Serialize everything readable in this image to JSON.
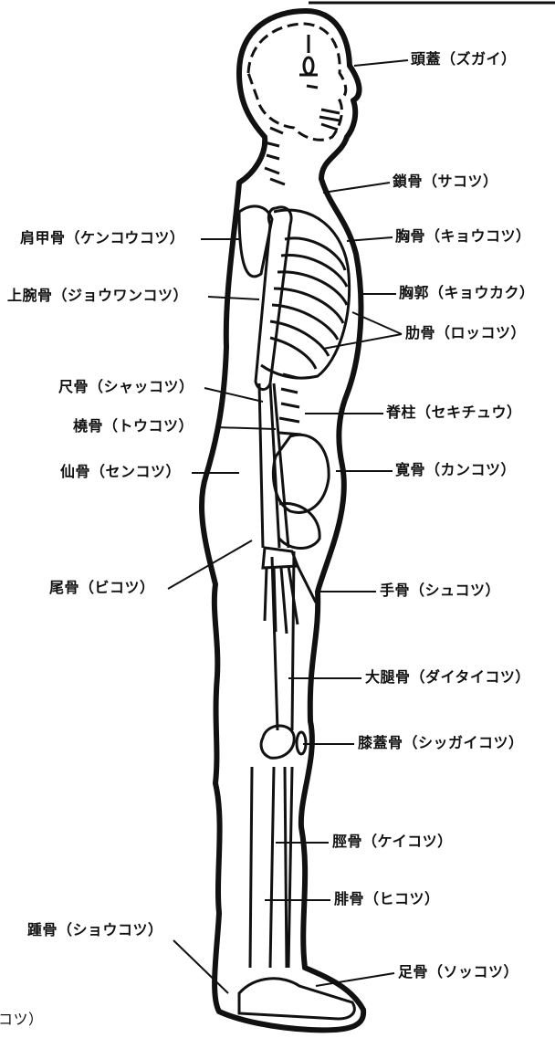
{
  "diagram": {
    "labels": {
      "skull": "頭蓋（ズガイ）",
      "clavicle": "鎖骨（サコツ）",
      "scapula": "肩甲骨（ケンコウコツ）",
      "sternum": "胸骨（キョウコツ）",
      "humerus": "上腕骨（ジョウワンコツ）",
      "thorax": "胸郭（キョウカク）",
      "ribs": "肋骨（ロッコツ）",
      "ulna": "尺骨（シャッコツ）",
      "spine": "脊柱（セキチュウ）",
      "radius": "橈骨（トウコツ）",
      "sacrum": "仙骨（センコツ）",
      "hip": "寛骨（カンコツ）",
      "coccyx": "尾骨（ビコツ）",
      "hand": "手骨（シュコツ）",
      "femur": "大腿骨（ダイタイコツ）",
      "patella": "膝蓋骨（シッガイコツ）",
      "tibia": "脛骨（ケイコツ）",
      "fibula": "腓骨（ヒコツ）",
      "calcaneus": "踵骨（ショウコツ）",
      "foot": "足骨（ソッコツ）",
      "cut_off": "コツ）"
    }
  }
}
